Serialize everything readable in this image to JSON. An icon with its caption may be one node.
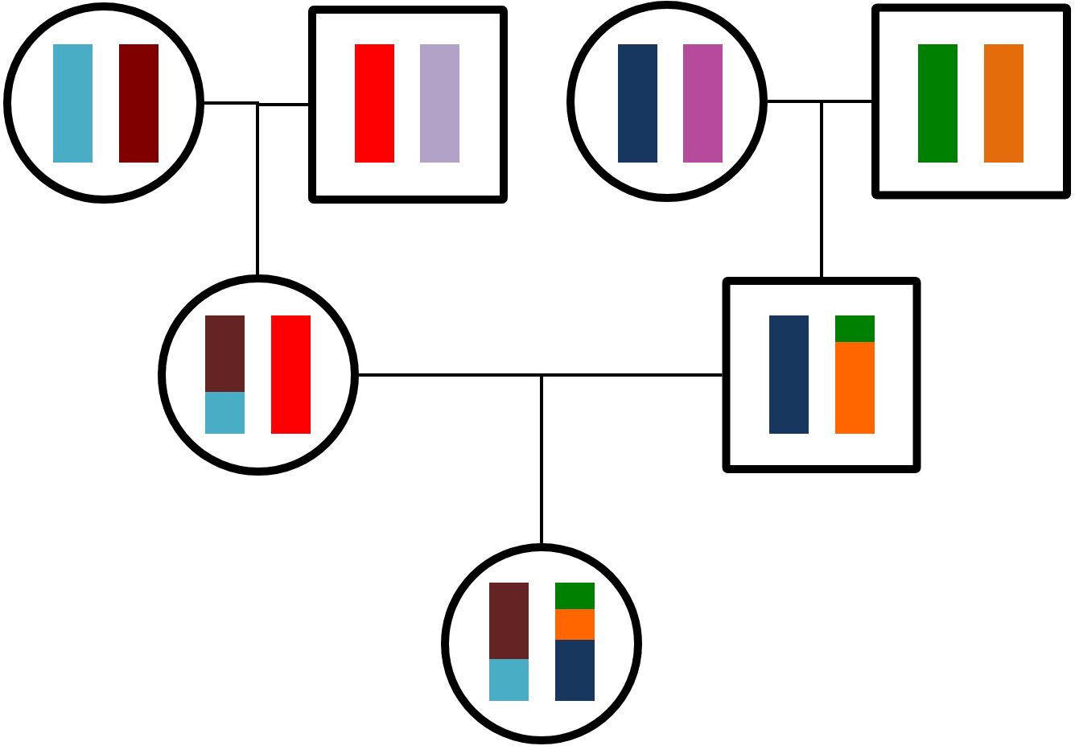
{
  "diagram": {
    "nodes": [
      {
        "text": [],
        "shape": "circle"
      },
      {
        "text": [],
        "shape": "bar",
        "in": 0
      },
      {
        "text": [],
        "shape": "bar",
        "in": 0
      },
      {
        "text": [],
        "shape": "box"
      },
      {
        "text": [],
        "shape": "bar",
        "in": 3
      },
      {
        "text": [],
        "shape": "bar",
        "in": 3
      },
      {
        "text": [],
        "shape": "circle"
      },
      {
        "text": [],
        "shape": "bar",
        "in": 6
      },
      {
        "text": [],
        "shape": "bar",
        "in": 6
      },
      {
        "text": [],
        "shape": "box"
      },
      {
        "text": [],
        "shape": "bar",
        "in": 9
      },
      {
        "text": [],
        "shape": "bar",
        "in": 9
      },
      {
        "text": [],
        "shape": "circle"
      },
      {
        "text": [],
        "shape": "bar",
        "in": 12
      },
      {
        "text": [],
        "shape": "bar",
        "in": 12
      },
      {
        "text": [],
        "shape": "box"
      },
      {
        "text": [],
        "shape": "bar",
        "in": 15
      },
      {
        "text": [],
        "shape": "bar",
        "in": 15
      },
      {
        "text": [],
        "shape": "circle"
      },
      {
        "text": [],
        "shape": "bar",
        "in": 18
      },
      {
        "text": [],
        "shape": "bar",
        "in": 18
      }
    ],
    "edges": [
      {
        "from": 0,
        "to": 12,
        "arrow": "none"
      },
      {
        "from": 3,
        "to": 12,
        "arrow": "none"
      },
      {
        "from": 6,
        "to": 15,
        "arrow": "none"
      },
      {
        "from": 9,
        "to": 15,
        "arrow": "none"
      },
      {
        "from": 12,
        "to": 18,
        "arrow": "none"
      },
      {
        "from": 15,
        "to": 18,
        "arrow": "none"
      }
    ]
  }
}
